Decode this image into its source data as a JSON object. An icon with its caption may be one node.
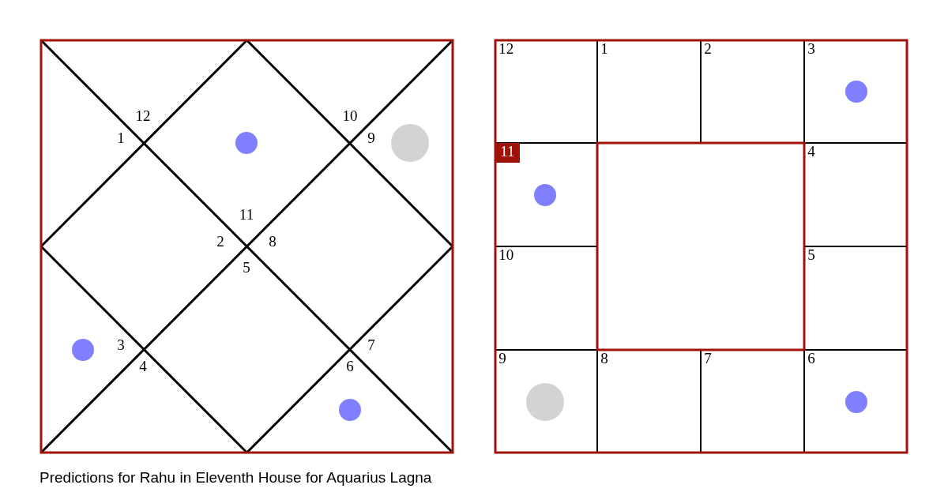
{
  "diagram": {
    "caption": "Predictions for Rahu in Eleventh House for Aquarius Lagna",
    "nodes": [
      {
        "text": [
          "12"
        ]
      },
      {
        "text": [
          "1"
        ]
      },
      {
        "text": [
          "2"
        ]
      },
      {
        "text": [
          "3"
        ]
      },
      {
        "text": [
          "11"
        ]
      },
      {
        "text": [
          "4"
        ]
      },
      {
        "text": [
          "10"
        ]
      },
      {
        "text": [
          "5"
        ]
      },
      {
        "text": [
          "9"
        ]
      },
      {
        "text": [
          "8"
        ]
      },
      {
        "text": [
          "7"
        ]
      },
      {
        "text": [
          "6"
        ]
      }
    ],
    "labels": [
      "12",
      "10",
      "1",
      "9",
      "11",
      "2",
      "8",
      "5",
      "3",
      "7",
      "4",
      "6"
    ]
  }
}
